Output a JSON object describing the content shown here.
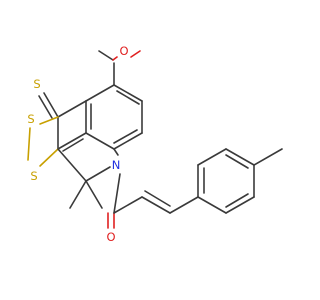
{
  "molecule": {
    "atom_labels": {
      "methoxy_oxygen": "O",
      "thione_sulfur": "S",
      "dithiole_sulfur_upper": "S",
      "dithiole_sulfur_lower": "S",
      "ring_nitrogen": "N",
      "carbonyl_oxygen": "O"
    },
    "colors": {
      "bond": "#3a3a3a",
      "oxygen": "#e02020",
      "sulfur": "#c8a000",
      "nitrogen": "#2030e0"
    }
  }
}
